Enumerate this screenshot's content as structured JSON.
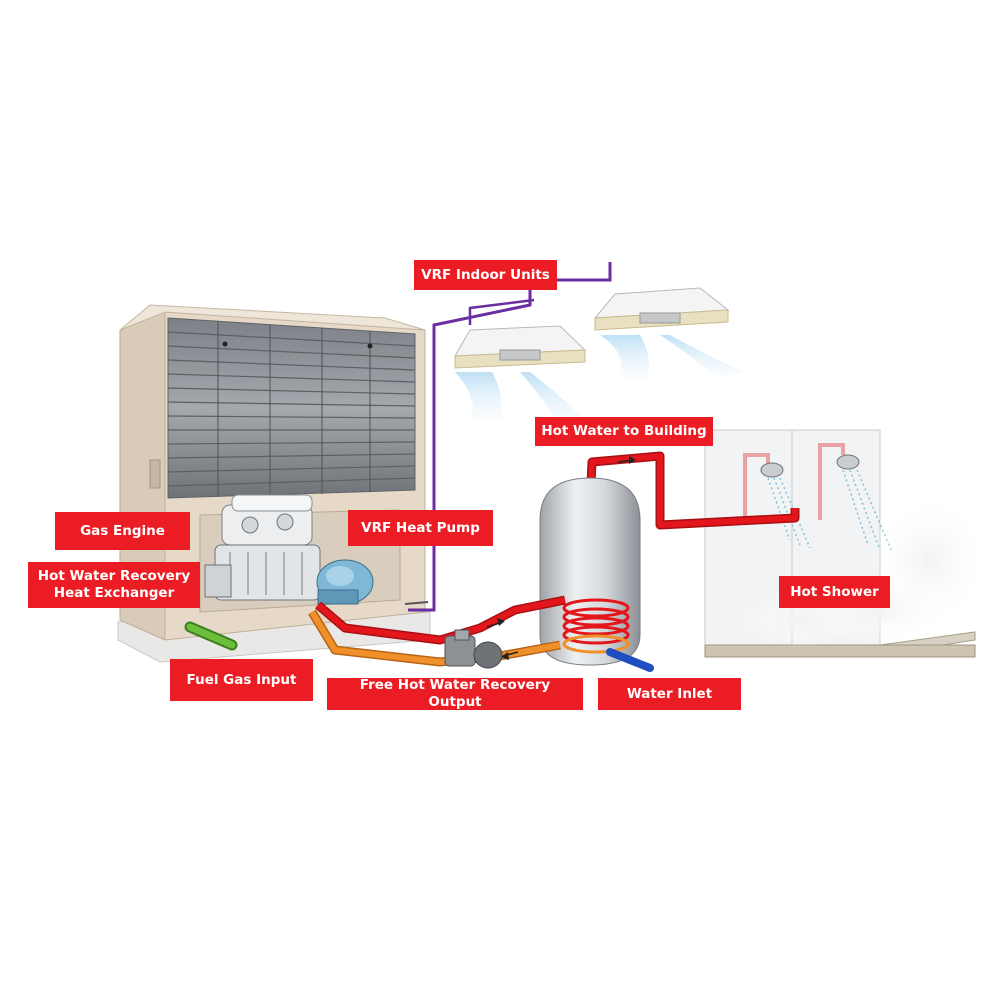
{
  "diagram": {
    "labels": {
      "vrf_indoor_units": "VRF Indoor Units",
      "hot_water_to_building": "Hot Water to Building",
      "gas_engine": "Gas Engine",
      "vrf_heat_pump": "VRF Heat Pump",
      "hot_water_recovery_line1": "Hot Water Recovery",
      "hot_water_recovery_line2": "Heat Exchanger",
      "hot_shower": "Hot Shower",
      "fuel_gas_input": "Fuel Gas Input",
      "free_hot_water_recovery_output": "Free Hot Water Recovery Output",
      "water_inlet": "Water Inlet"
    },
    "colors": {
      "label_background": "#ec1c24",
      "label_text": "#ffffff",
      "hot_pipe": "#e3161b",
      "recovery_pipe": "#f0902a",
      "refrigerant_line": "#6a2ea0",
      "fuel_pipe": "#6cbf3a",
      "inlet_pipe": "#1f4fbf",
      "unit_casing": "#e6d9c8",
      "louver": "#8f9399",
      "tank": "#c9ccd0"
    },
    "icons": [
      "outdoor-unit-icon",
      "gas-engine-icon",
      "compressor-icon",
      "indoor-unit-icon",
      "water-tank-icon",
      "pump-icon",
      "shower-head-icon",
      "steam-icon"
    ]
  }
}
